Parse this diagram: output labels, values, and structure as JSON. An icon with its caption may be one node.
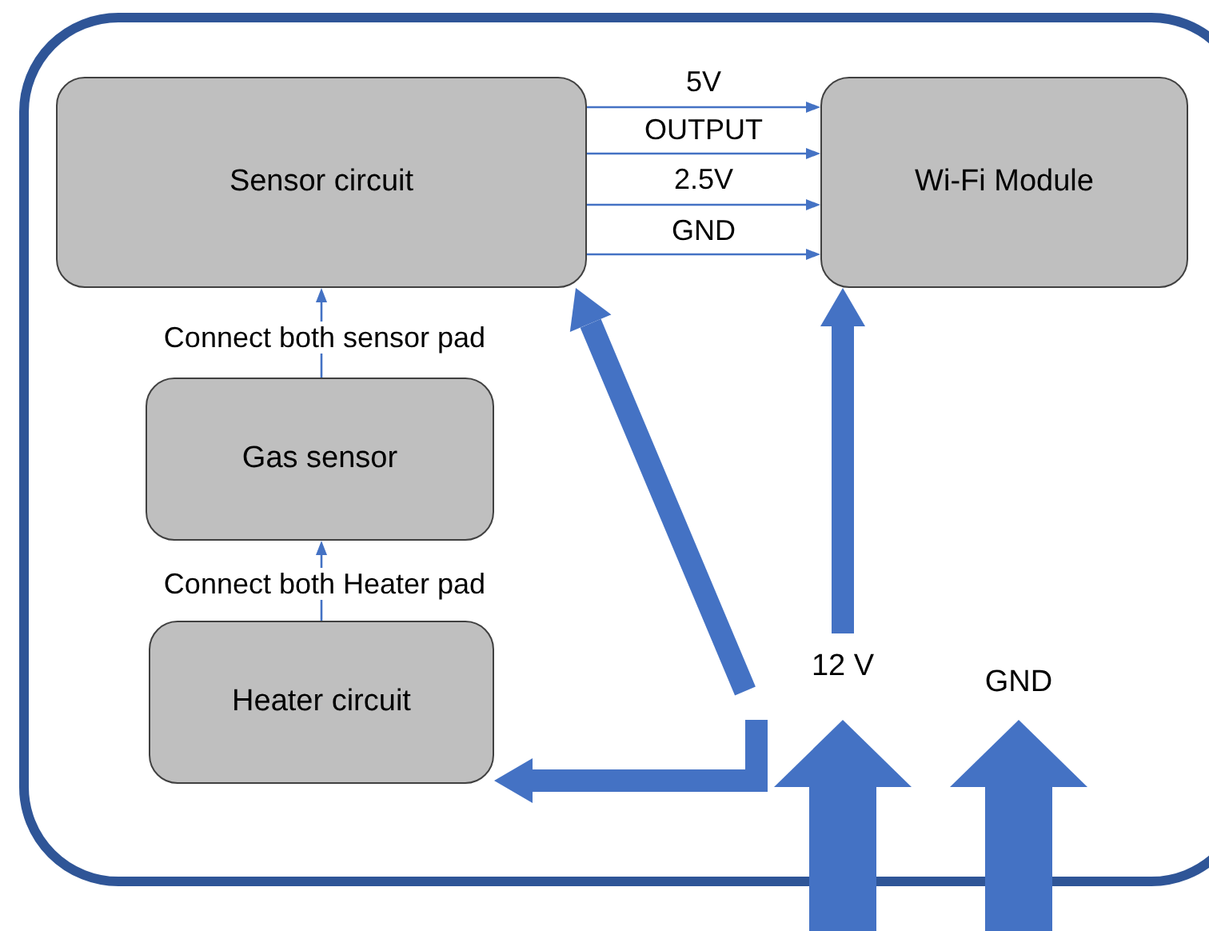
{
  "diagram": {
    "nodes": [
      {
        "text": [],
        "shape": "box"
      },
      {
        "text": [
          "Sensor circuit"
        ],
        "in": 0
      },
      {
        "text": [
          "Wi-Fi Module"
        ],
        "in": 0
      },
      {
        "text": [
          "Gas sensor"
        ],
        "in": 0
      },
      {
        "text": [
          "Heater circuit"
        ],
        "in": 0
      },
      {
        "text": [
          "12 V"
        ],
        "in": 0
      },
      {
        "text": [
          "GND"
        ],
        "in": 0
      }
    ],
    "edges": [
      {
        "from": 1,
        "to": 2,
        "arrow": "to",
        "label": "5V"
      },
      {
        "from": 1,
        "to": 2,
        "arrow": "to",
        "label": "OUTPUT"
      },
      {
        "from": 1,
        "to": 2,
        "arrow": "to",
        "label": "2.5V"
      },
      {
        "from": 1,
        "to": 2,
        "arrow": "to",
        "label": "GND"
      },
      {
        "from": 3,
        "to": 1,
        "arrow": "to",
        "label": "Connect both sensor pad"
      },
      {
        "from": 4,
        "to": 3,
        "arrow": "to",
        "label": "Connect both Heater pad"
      },
      {
        "from": 5,
        "to": 1,
        "arrow": "to",
        "style": "thick"
      },
      {
        "from": 5,
        "to": 2,
        "arrow": "to",
        "style": "thick"
      },
      {
        "from": 5,
        "to": 4,
        "arrow": "to",
        "style": "thick"
      },
      {
        "from": null,
        "to": 5,
        "arrow": "to",
        "style": "thick"
      },
      {
        "from": null,
        "to": 6,
        "arrow": "to",
        "style": "thick"
      }
    ]
  }
}
